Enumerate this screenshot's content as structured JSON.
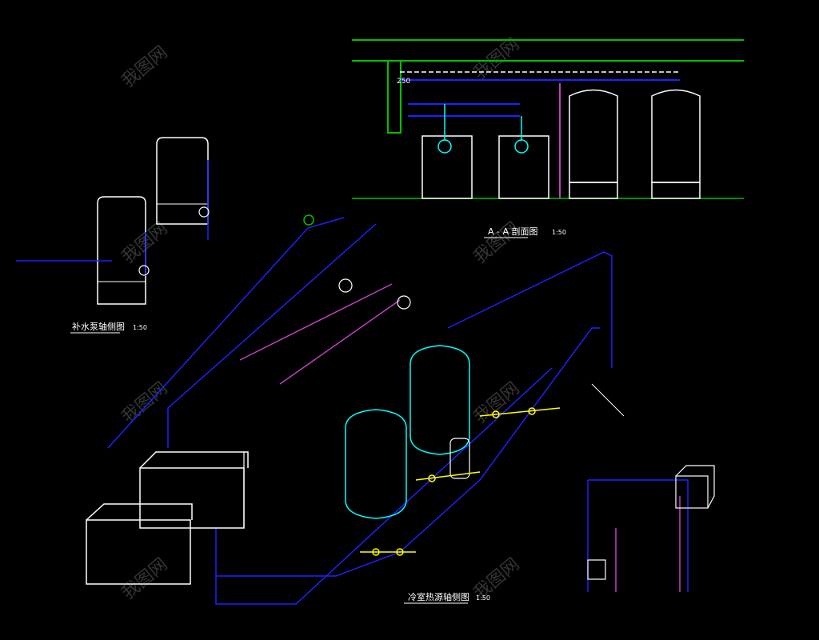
{
  "section_title": "A - A 剖面图",
  "section_scale": "1:50",
  "makeup_title": "补水泵轴侧图",
  "makeup_scale": "1:50",
  "main_title": "冷室热源轴侧图",
  "main_scale": "1:50",
  "dim_250": "250",
  "watermark": "我图网",
  "colors": {
    "pipe_blue": "#2020ff",
    "pipe_green": "#00c000",
    "pipe_white": "#ffffff",
    "pipe_cyan": "#00ffff",
    "pipe_magenta": "#c040c0",
    "pipe_yellow": "#ffff00"
  }
}
